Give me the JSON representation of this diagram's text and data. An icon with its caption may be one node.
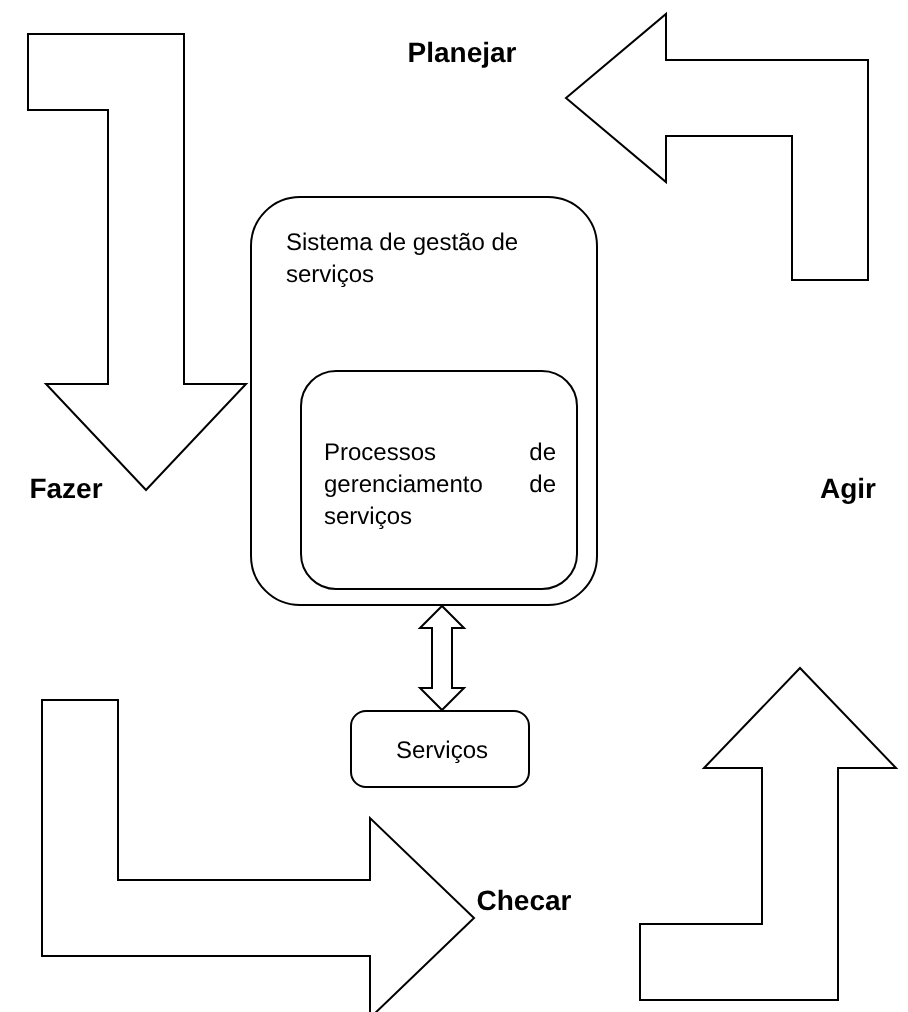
{
  "diagram": {
    "nodes": [
      {
        "text": [
          "Planejar"
        ]
      },
      {
        "text": [
          "Sistema de gestão de serviços"
        ]
      },
      {
        "text": [
          "Processos de gerenciamento de serviços"
        ],
        "in": 1
      },
      {
        "text": [
          "Fazer"
        ]
      },
      {
        "text": [
          "Agir"
        ]
      },
      {
        "text": [
          "Serviços"
        ]
      },
      {
        "text": [
          "Checar"
        ]
      }
    ],
    "edges": [
      {
        "from": 0,
        "to": 3,
        "arrow": "to"
      },
      {
        "from": 3,
        "to": 6,
        "arrow": "to"
      },
      {
        "from": 6,
        "to": 4,
        "arrow": "to"
      },
      {
        "from": 4,
        "to": 0,
        "arrow": "to"
      },
      {
        "from": 1,
        "to": 5,
        "arrow": "both"
      }
    ]
  }
}
